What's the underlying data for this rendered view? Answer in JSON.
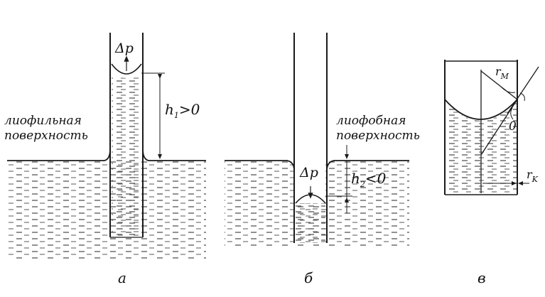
{
  "panel_a": {
    "caption": "а",
    "delta_p": "Δp",
    "h_label": {
      "main": "h",
      "sub": "1",
      "rest": ">0"
    },
    "surface_line1": "лиофильная",
    "surface_line2": "поверхность"
  },
  "panel_b": {
    "caption": "б",
    "delta_p": "Δp",
    "h_label": {
      "main": "h",
      "sub": "2",
      "rest": "<0"
    },
    "surface_line1": "лиофобная",
    "surface_line2": "поверхность"
  },
  "panel_c": {
    "caption": "в",
    "r_m": {
      "main": "r",
      "sub": "M"
    },
    "r_k": {
      "main": "r",
      "sub": "K"
    },
    "theta": "0"
  },
  "colors": {
    "ink": "#1a1a1a",
    "liquid_hatch": "#555555"
  }
}
